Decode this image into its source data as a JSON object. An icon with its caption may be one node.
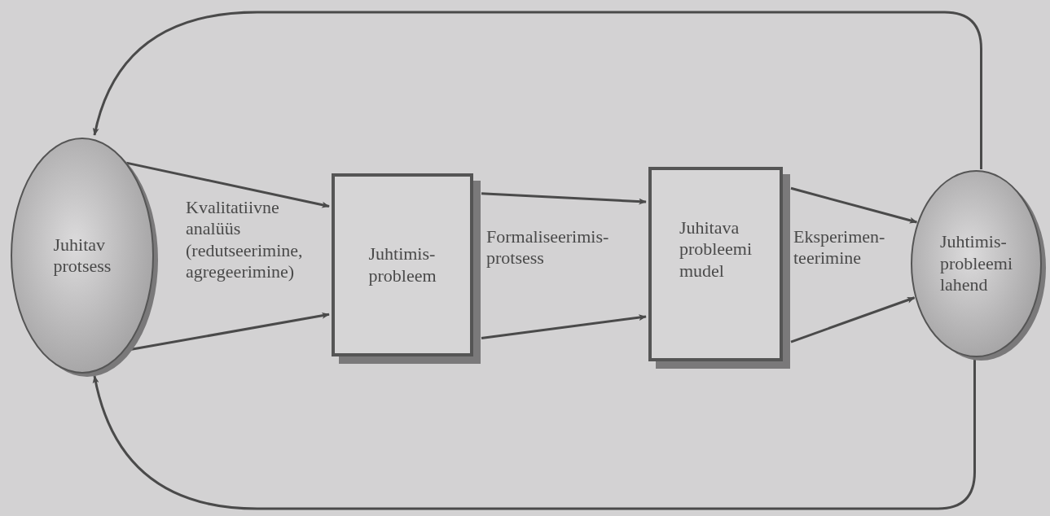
{
  "diagram": {
    "nodes": [
      {
        "text": [
          "Juhitav protsess"
        ]
      },
      {
        "text": [
          "Juhtimis- probleem"
        ]
      },
      {
        "text": [
          "Juhitava probleemi mudel"
        ]
      },
      {
        "text": [
          "Juhtimis- probleemi lahend"
        ]
      }
    ],
    "edges": [
      {
        "from": 0,
        "to": 1,
        "arrow": "to"
      },
      {
        "from": 0,
        "to": 1,
        "arrow": "to"
      },
      {
        "from": 1,
        "to": 2,
        "arrow": "to"
      },
      {
        "from": 1,
        "to": 2,
        "arrow": "to"
      },
      {
        "from": 2,
        "to": 3,
        "arrow": "to"
      },
      {
        "from": 2,
        "to": 3,
        "arrow": "to"
      },
      {
        "from": 3,
        "to": 0,
        "arrow": "to"
      },
      {
        "from": 3,
        "to": 0,
        "arrow": "to"
      }
    ],
    "labels": [
      "Kvalitatiivne analüüs (redutseerimine, agregeerimine)",
      "Formaliseerimis- protsess",
      "Eksperimen- teerimine"
    ]
  }
}
